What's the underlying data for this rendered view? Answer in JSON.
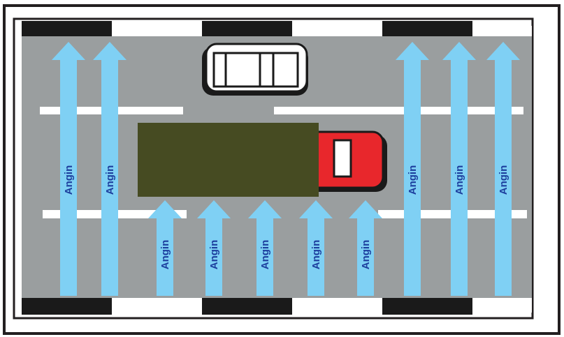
{
  "labels": {
    "arrow_text": "Angin"
  },
  "colors": {
    "frame": "#231f20",
    "road": "#9a9e9f",
    "lane_marking": "#ffffff",
    "curb_black": "#1a1a1a",
    "arrow_fill": "#7fd0f4",
    "arrow_text": "#1d3f9e",
    "truck_cargo": "#464b22",
    "red_car": "#e8272c",
    "white_car": "#ffffff"
  },
  "arrows": {
    "full_length_count": 5,
    "short_count": 5
  },
  "vehicles": [
    "white-car",
    "red-car",
    "cargo-truck"
  ]
}
